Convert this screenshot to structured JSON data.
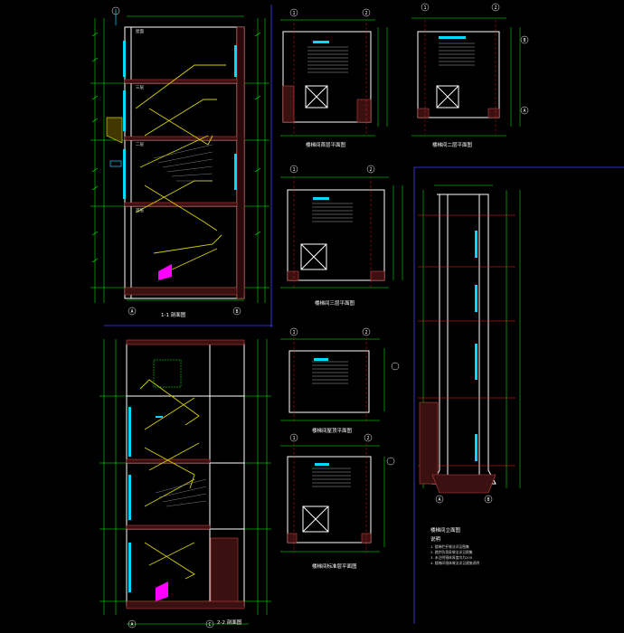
{
  "drawing": {
    "colors": {
      "background": "#000000",
      "wall": "#ffffff",
      "dimension": "#00ff00",
      "grid_axis": "#ff2020",
      "stair": "#d4d000",
      "glazing": "#00d8ff",
      "railing": "#ff00ff",
      "hatch": "#c04040",
      "frame": "#4040ff",
      "text": "#ffffff"
    },
    "captions": {
      "section_1": "1-1 剖面图",
      "section_2": "2-2 剖面图",
      "plan_1": "楼梯间首层平面图",
      "plan_2": "楼梯间二层平面图",
      "plan_3": "楼梯间三层平面图",
      "plan_4": "楼梯间屋顶平面图",
      "plan_5": "楼梯间标准层平面图",
      "elevation": "楼梯间立面图"
    },
    "notes_title": "说明",
    "notes": [
      "1. 楼梯栏杆做法详见图集",
      "2. 踏步防滑条做法详见图集",
      "3. 未注明墙体厚度均为200",
      "4. 楼梯间墙体做法详见建施说明"
    ]
  }
}
